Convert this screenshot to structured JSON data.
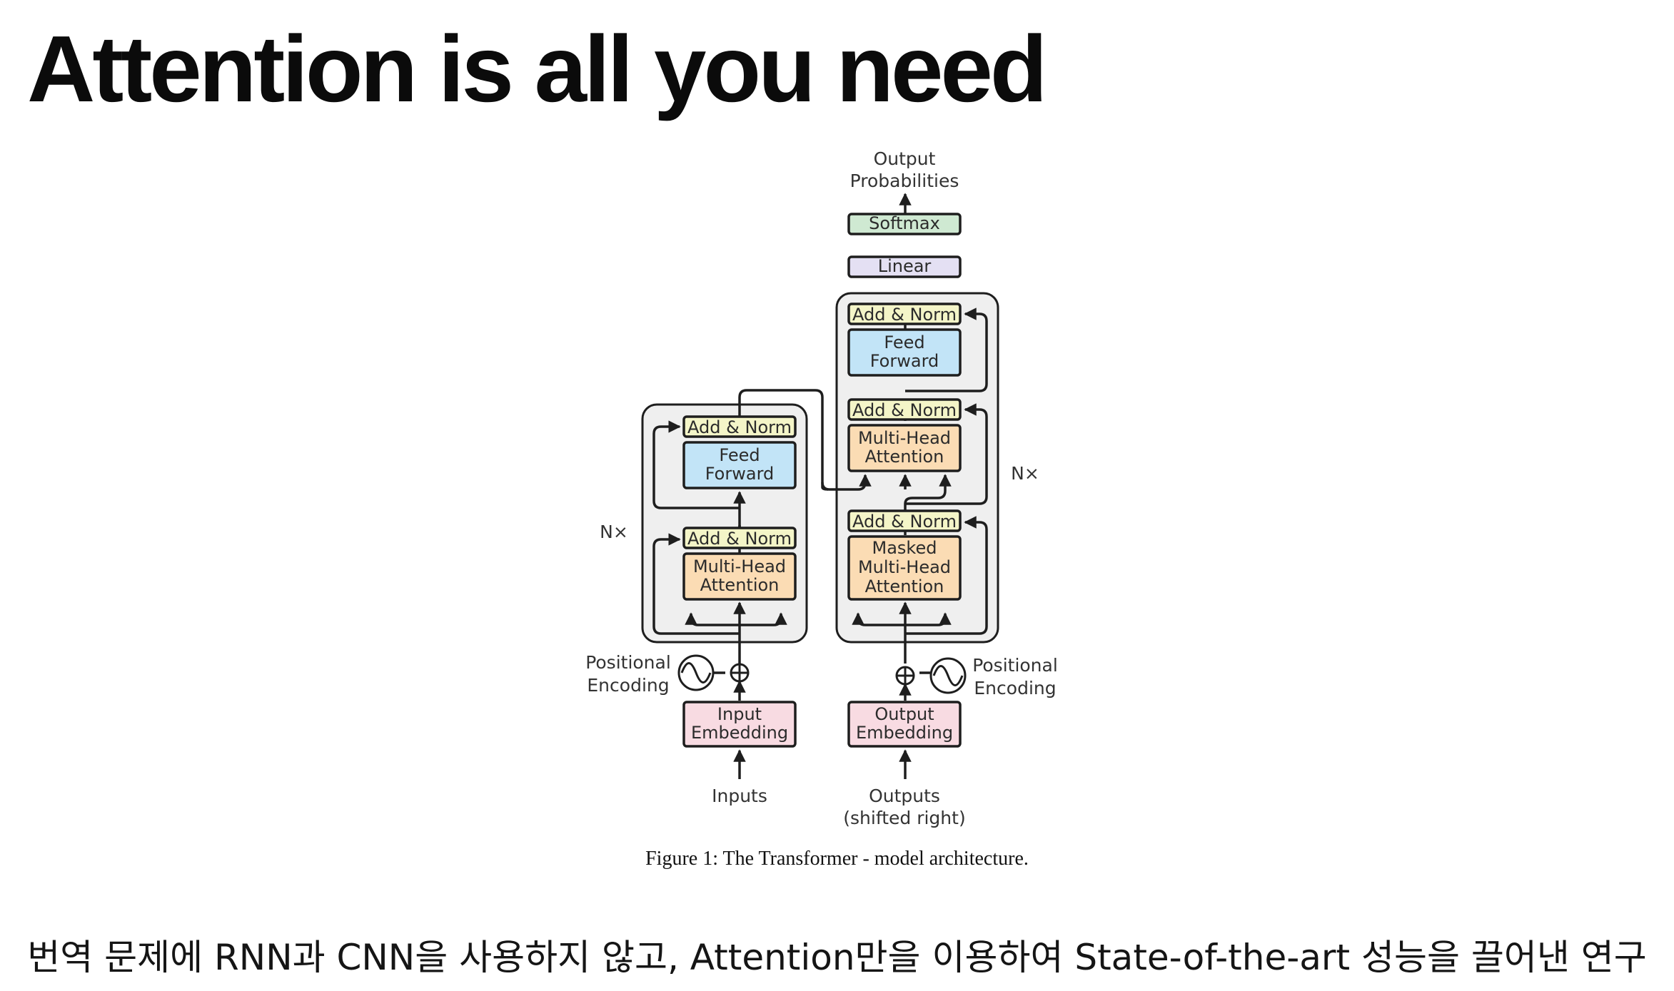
{
  "slide": {
    "title": "Attention is all you need",
    "subtitle": "번역 문제에 RNN과 CNN을 사용하지 않고, Attention만을 이용하여 State-of-the-art 성능을 끌어낸 연구"
  },
  "figure": {
    "caption": "Figure 1: The Transformer - model architecture.",
    "colors": {
      "add_norm": "#f4f5c8",
      "feed_forward": "#c2e4f7",
      "attention": "#fbdcb4",
      "embedding": "#f8dbe2",
      "softmax": "#cfe9d2",
      "linear": "#e4e0f3",
      "stack_bg": "#efefef",
      "stroke": "#1e1e1e"
    },
    "encoder": {
      "repeat_label": "N×",
      "add_norm_top": "Add & Norm",
      "feed_forward": [
        "Feed",
        "Forward"
      ],
      "add_norm_bottom": "Add & Norm",
      "attention": [
        "Multi-Head",
        "Attention"
      ],
      "positional_encoding": [
        "Positional",
        "Encoding"
      ],
      "embedding": [
        "Input",
        "Embedding"
      ],
      "input_label": "Inputs"
    },
    "decoder": {
      "repeat_label": "N×",
      "add_norm_top": "Add & Norm",
      "feed_forward": [
        "Feed",
        "Forward"
      ],
      "add_norm_mid": "Add & Norm",
      "attention": [
        "Multi-Head",
        "Attention"
      ],
      "add_norm_bottom": "Add & Norm",
      "masked_attention": [
        "Masked",
        "Multi-Head",
        "Attention"
      ],
      "positional_encoding": [
        "Positional",
        "Encoding"
      ],
      "embedding": [
        "Output",
        "Embedding"
      ],
      "input_label": [
        "Outputs",
        "(shifted right)"
      ],
      "linear": "Linear",
      "softmax": "Softmax",
      "output_label": [
        "Output",
        "Probabilities"
      ]
    }
  }
}
